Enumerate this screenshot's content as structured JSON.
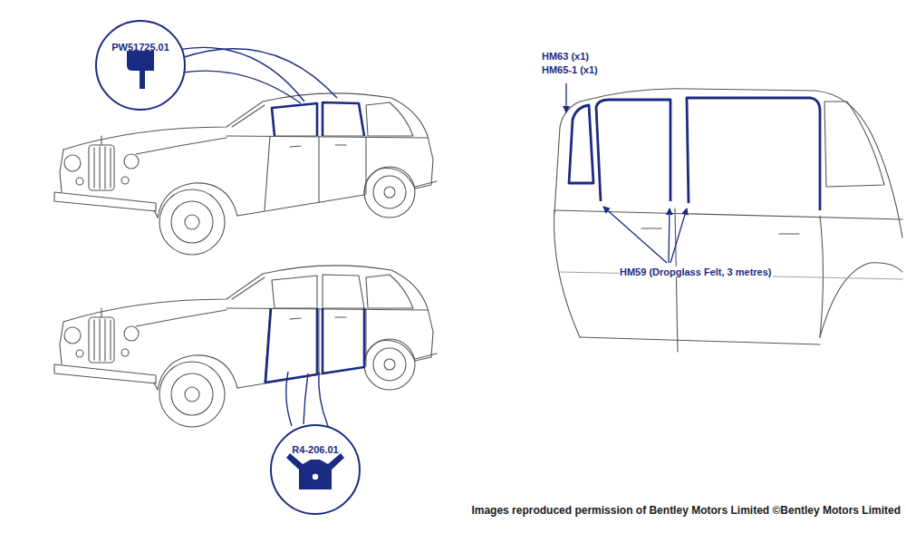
{
  "diagram": {
    "caption": "Images reproduced permission of Bentley Motors Limited ©Bentley Motors Limited",
    "nodes": [
      {
        "text": [
          "PW51725.01"
        ]
      },
      {
        "text": [
          "R4-206.01"
        ]
      }
    ],
    "labels": [
      "HM63 (x1)",
      "HM65-1 (x1)",
      "HM59 (Dropglass Felt, 3 metres)"
    ]
  }
}
